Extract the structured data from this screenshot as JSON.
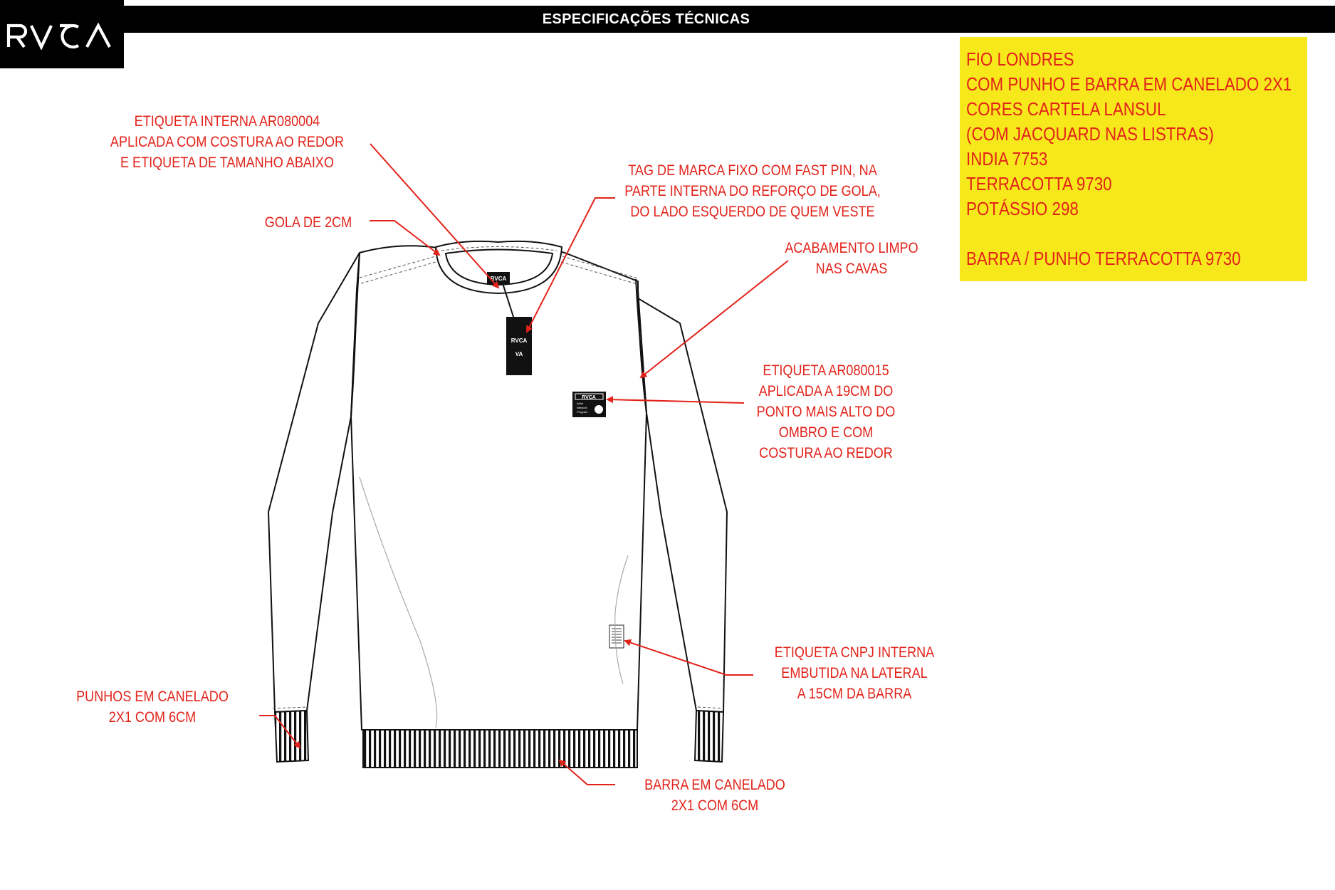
{
  "header": {
    "title": "ESPECIFICAÇÕES TÉCNICAS",
    "logo": "RVCA"
  },
  "specs": {
    "lines": [
      "FIO LONDRES",
      "COM PUNHO E BARRA EM CANELADO 2X1",
      "CORES CARTELA LANSUL",
      "(COM JACQUARD NAS LISTRAS)",
      "INDIA 7753",
      "TERRACOTTA 9730",
      "POTÁSSIO 298",
      "",
      "BARRA / PUNHO TERRACOTTA 9730"
    ]
  },
  "callouts": {
    "etiqueta_interna": [
      "ETIQUETA INTERNA AR080004",
      "APLICADA COM COSTURA AO REDOR",
      "E ETIQUETA DE TAMANHO ABAIXO"
    ],
    "tag_marca": [
      "TAG DE MARCA FIXO COM FAST PIN, NA",
      "PARTE INTERNA DO REFORÇO DE GOLA,",
      "DO LADO ESQUERDO  DE QUEM VESTE"
    ],
    "gola": [
      "GOLA DE 2CM"
    ],
    "acabamento": [
      "ACABAMENTO LIMPO",
      "NAS CAVAS"
    ],
    "etiqueta_ar080015": [
      "ETIQUETA AR080015",
      "APLICADA A 19CM DO",
      "PONTO MAIS ALTO DO",
      "OMBRO E COM",
      "COSTURA AO REDOR"
    ],
    "etiqueta_cnpj": [
      "ETIQUETA CNPJ INTERNA",
      "EMBUTIDA NA LATERAL",
      "A 15CM DA BARRA"
    ],
    "punhos": [
      "PUNHOS EM CANELADO",
      "2X1 COM 6CM"
    ],
    "barra": [
      "BARRA EM CANELADO",
      "2X1 COM 6CM"
    ]
  },
  "labels": {
    "chest_patch": [
      "RVCA",
      "Artist",
      "Network",
      "Program"
    ],
    "hang_tag": [
      "RVCA",
      "VA"
    ],
    "neck_label": "RVCA"
  },
  "colors": {
    "accent": "#e2231a",
    "highlight": "#f7e81b",
    "bar": "#000000"
  }
}
